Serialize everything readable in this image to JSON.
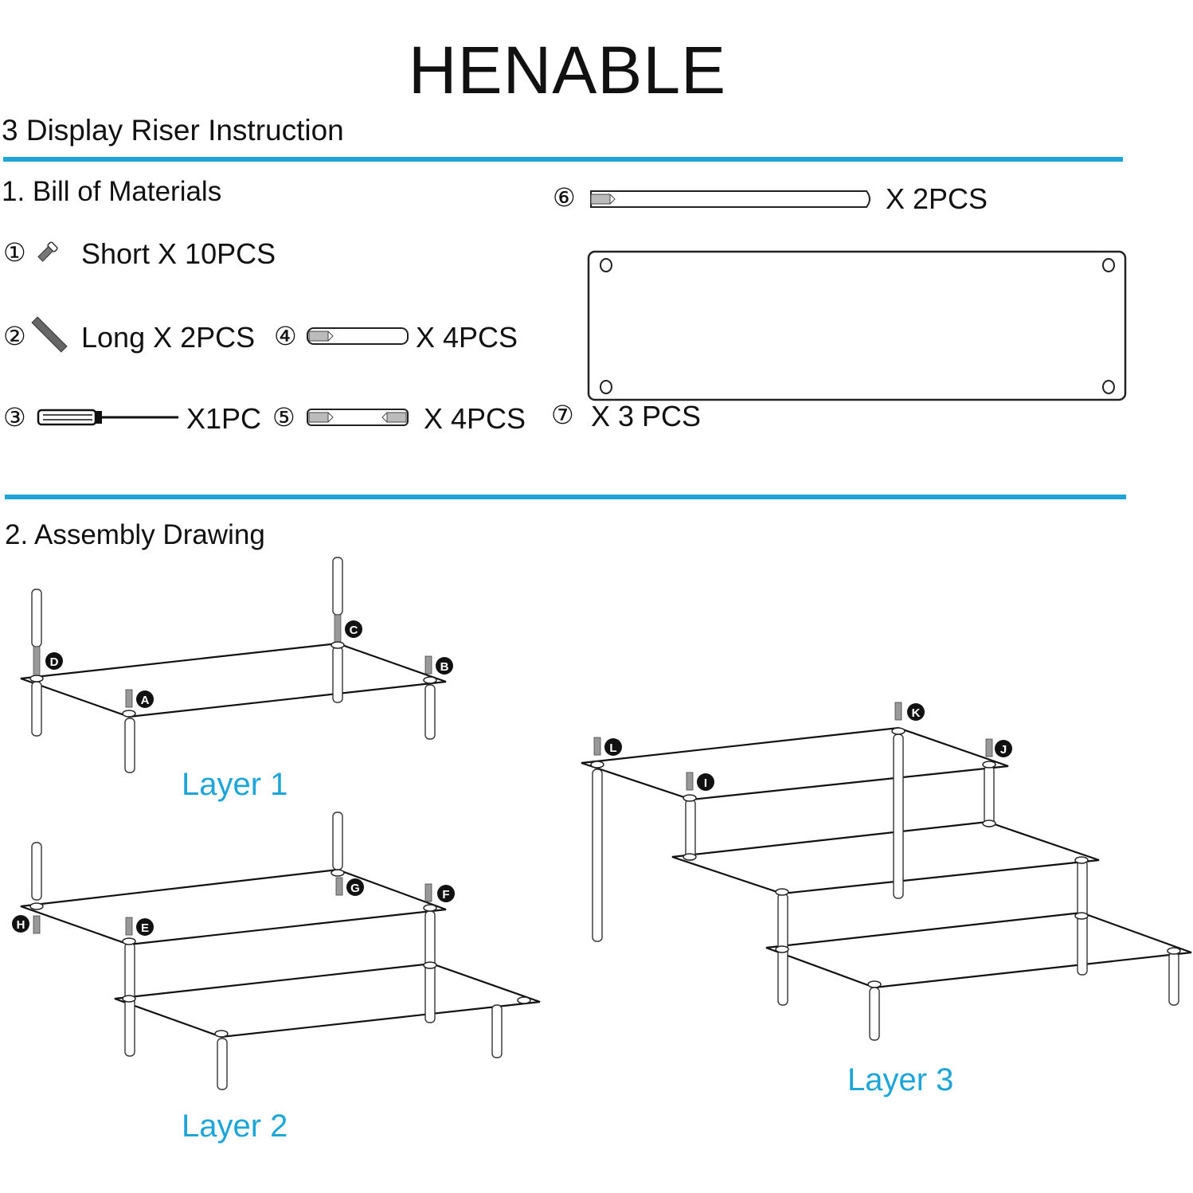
{
  "header": {
    "brand": "HENABLE",
    "subtitle": "3 Display Riser Instruction",
    "accent_color": "#1ea5d8"
  },
  "bill_of_materials": {
    "title": "1. Bill of Materials",
    "items": [
      {
        "number": "①",
        "icon": "short-screw-icon",
        "label": "Short X 10PCS"
      },
      {
        "number": "②",
        "icon": "long-screw-icon",
        "label": "Long X 2PCS"
      },
      {
        "number": "③",
        "icon": "screwdriver-icon",
        "label": "X1PC"
      },
      {
        "number": "④",
        "icon": "single-thread-post-icon",
        "label": "X 4PCS"
      },
      {
        "number": "⑤",
        "icon": "double-thread-post-icon",
        "label": "X 4PCS"
      },
      {
        "number": "⑥",
        "icon": "long-post-icon",
        "label": "X 2PCS"
      },
      {
        "number": "⑦",
        "icon": "acrylic-panel-icon",
        "label": "X 3 PCS"
      }
    ]
  },
  "assembly": {
    "title": "2. Assembly Drawing",
    "layers": [
      {
        "label": "Layer 1",
        "markers": [
          "A",
          "B",
          "C",
          "D"
        ]
      },
      {
        "label": "Layer 2",
        "markers": [
          "E",
          "F",
          "G",
          "H"
        ]
      },
      {
        "label": "Layer 3",
        "markers": [
          "I",
          "J",
          "K",
          "L"
        ]
      }
    ]
  }
}
